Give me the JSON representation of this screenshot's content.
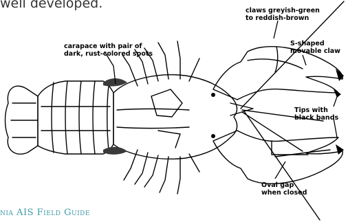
{
  "intro": {
    "text": "well developed."
  },
  "footer": {
    "text": "nia AIS Field Guide"
  },
  "labels": {
    "carapace": "carapace with pair of\ndark, rust-colored spots",
    "claws_color": "claws greyish-green\nto reddish-brown",
    "s_shaped": "S-shaped\nmovable claw",
    "tips": "Tips with\nblack bands",
    "oval_gap": "Oval gap\nwhen closed"
  },
  "colors": {
    "footer": "#3f9aa6",
    "ink": "#000000",
    "spots": "#3a3a3a"
  }
}
